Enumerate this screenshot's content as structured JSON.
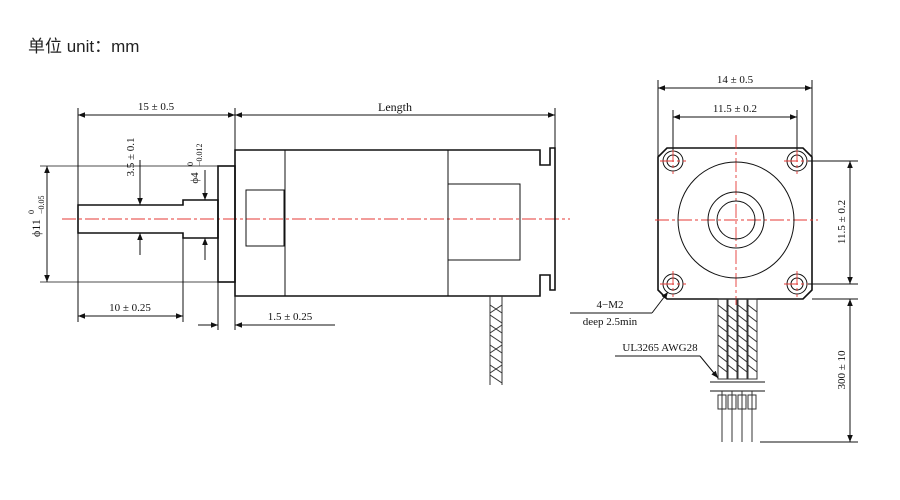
{
  "header": {
    "unit_label": "单位 unit：mm"
  },
  "side_view": {
    "dim_length": "Length",
    "dim_shaft_total": "15 ± 0.5",
    "dim_flat": "3.5 ± 0.1",
    "dim_shaft_dia_main": "ϕ11",
    "dim_shaft_dia_tol_top": "0",
    "dim_shaft_dia_tol_bottom": "−0.05",
    "dim_small_dia_main": "ϕ4",
    "dim_small_dia_tol_top": "0",
    "dim_small_dia_tol_bottom": "−0.012",
    "dim_shaft_len": "10 ± 0.25",
    "dim_boss": "1.5 ± 0.25"
  },
  "front_view": {
    "dim_width": "14 ± 0.5",
    "dim_hole_spacing": "11.5 ± 0.2",
    "dim_hole_spacing_v": "11.5 ± 0.2",
    "callout_holes_1": "4−M2",
    "callout_holes_2": "deep 2.5min",
    "callout_cable": "UL3265  AWG28",
    "dim_cable_len": "300 ± 10"
  },
  "colors": {
    "line": "#111111",
    "centerline": "#e53935"
  }
}
